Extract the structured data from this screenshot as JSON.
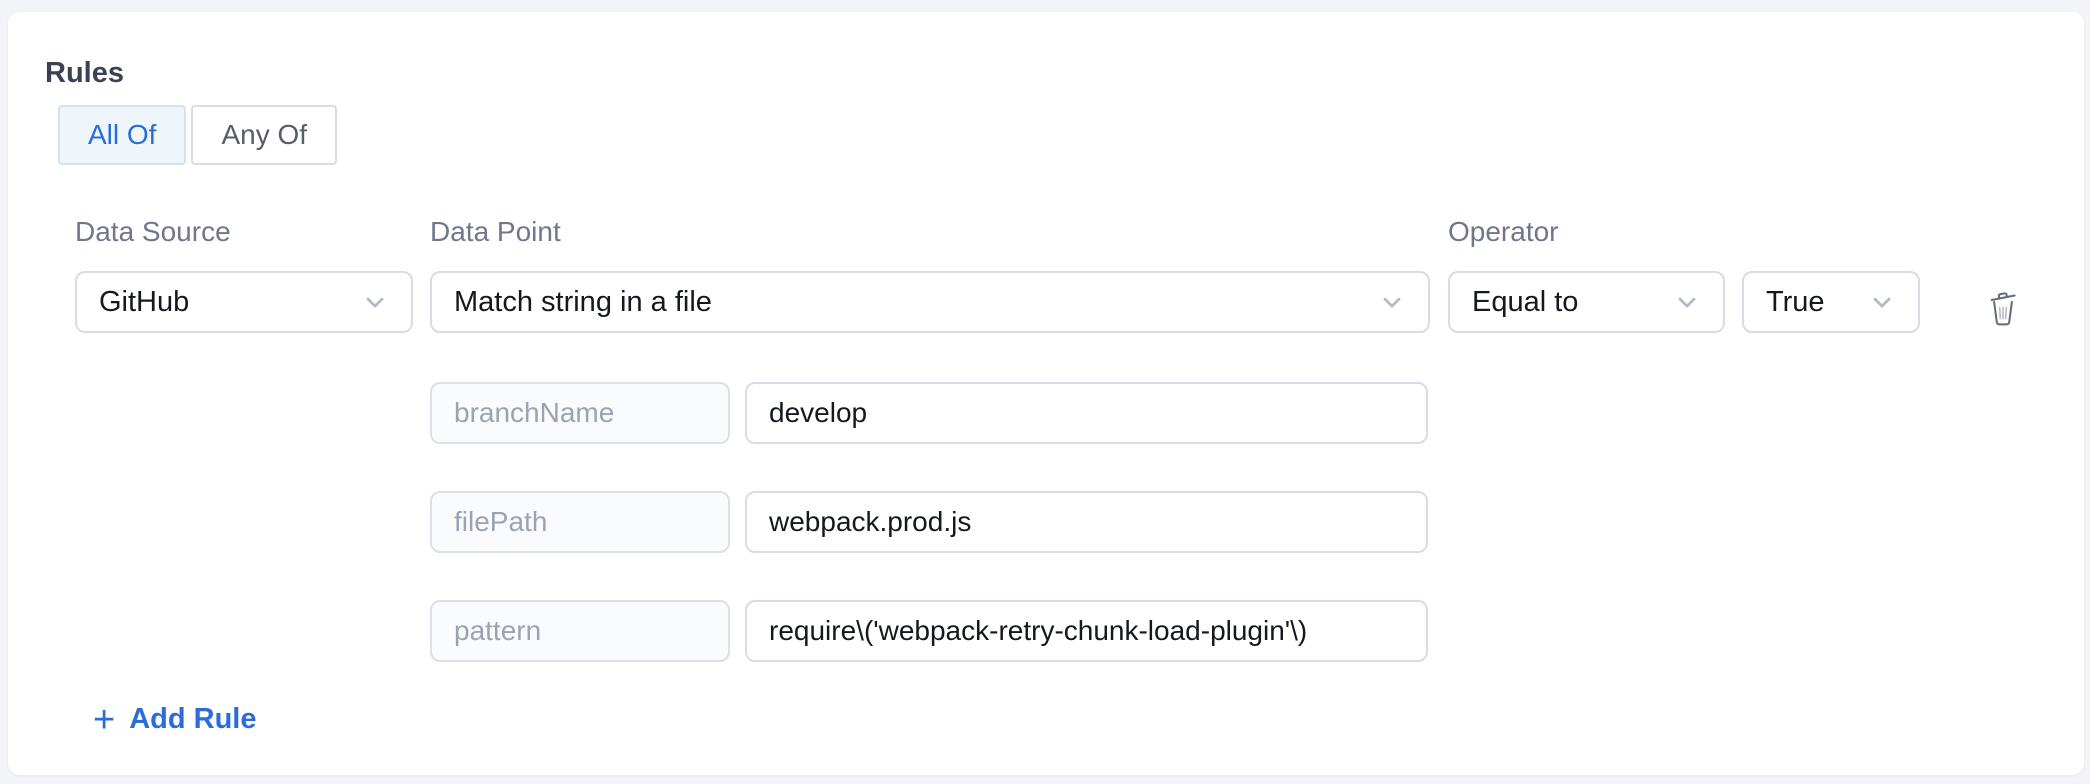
{
  "rules": {
    "title": "Rules",
    "match_mode": {
      "options": [
        {
          "label": "All Of",
          "selected": true
        },
        {
          "label": "Any Of",
          "selected": false
        }
      ]
    },
    "rule": {
      "data_source": {
        "label": "Data Source",
        "value": "GitHub"
      },
      "data_point": {
        "label": "Data Point",
        "value": "Match string in a file"
      },
      "operator": {
        "label": "Operator",
        "value": "Equal to"
      },
      "operator_value": {
        "value": "True"
      },
      "parameters": [
        {
          "key": "branchName",
          "value": "develop"
        },
        {
          "key": "filePath",
          "value": "webpack.prod.js"
        },
        {
          "key": "pattern",
          "value": "require\\('webpack-retry-chunk-load-plugin'\\)"
        }
      ]
    },
    "add_rule_label": "Add Rule",
    "add_rule_plus": "+"
  },
  "colors": {
    "accent_blue": "#2b6cd9",
    "selected_segment_bg": "#eef6fc",
    "page_background": "#f2f4f8",
    "card_background": "#ffffff",
    "control_border": "#d9dce6",
    "label_gray": "#71778a"
  },
  "icons": {
    "chevron_down": "chevron-down-icon",
    "trash": "trash-icon",
    "plus": "plus-icon"
  }
}
